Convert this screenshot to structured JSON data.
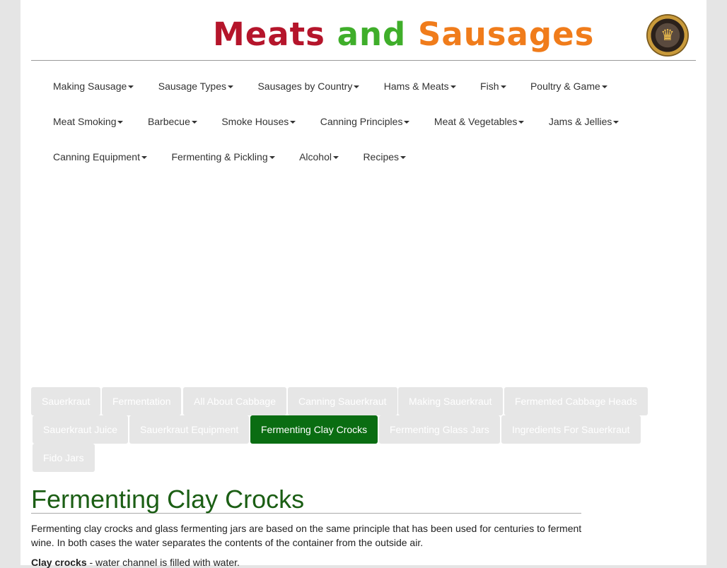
{
  "header": {
    "logo_word1": "Meats",
    "logo_word2": "and",
    "logo_word3": "Sausages"
  },
  "nav": {
    "row1": [
      "Making Sausage",
      "Sausage Types",
      "Sausages by Country",
      "Hams & Meats",
      "Fish",
      "Poultry & Game"
    ],
    "row2": [
      "Meat Smoking",
      "Barbecue",
      "Smoke Houses",
      "Canning Principles",
      "Meat & Vegetables",
      "Jams & Jellies"
    ],
    "row3": [
      "Canning Equipment",
      "Fermenting & Pickling",
      "Alcohol",
      "Recipes"
    ]
  },
  "subnav": {
    "items": [
      "Sauerkraut",
      "Fermentation",
      "All About Cabbage",
      "Canning Sauerkraut",
      "Making Sauerkraut",
      "Fermented Cabbage Heads",
      "Sauerkraut Juice",
      "Sauerkraut Equipment",
      "Fermenting Clay Crocks",
      "Fermenting Glass Jars",
      "Ingredients For Sauerkraut",
      "Fido Jars"
    ],
    "active": "Fermenting Clay Crocks"
  },
  "content": {
    "title": "Fermenting Clay Crocks",
    "intro": "Fermenting clay crocks and glass fermenting jars are based on the same principle that has been used for centuries to ferment wine. In both cases the water separates the contents of the container from the outside air.",
    "clay_label": "Clay crocks",
    "clay_text": " - water channel is filled with water."
  },
  "colors": {
    "accent": "#0a6d12",
    "title": "#1b5e14"
  }
}
